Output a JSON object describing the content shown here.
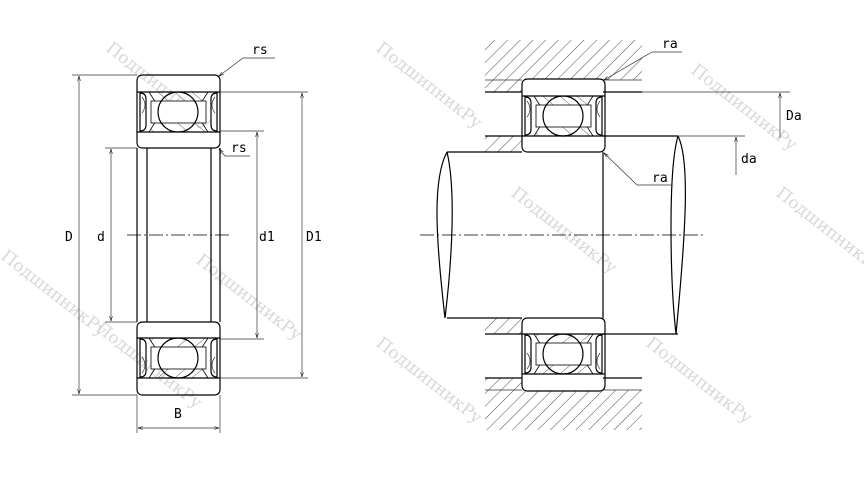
{
  "diagram": {
    "title": "Deep groove ball bearing with seals and mounting dimensions",
    "labels": {
      "rs_top": "rs",
      "rs_inner": "rs",
      "D": "D",
      "d": "d",
      "d1": "d1",
      "D1": "D1",
      "B": "B",
      "ra_top": "ra",
      "ra_shaft": "ra",
      "Da": "Da",
      "da": "da"
    },
    "watermark": "ПодшипникРу",
    "colors": {
      "line": "#000000",
      "watermark": "#d8d8d8",
      "background": "#ffffff"
    }
  }
}
